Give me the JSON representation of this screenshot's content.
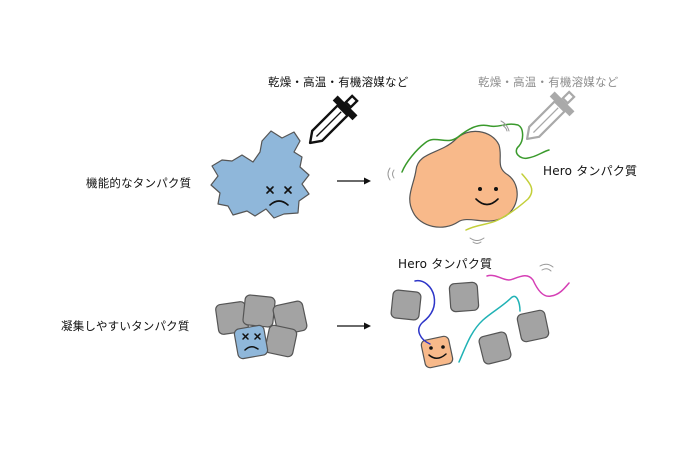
{
  "labels": {
    "stress_left": "乾燥・高温・有機溶媒など",
    "stress_right": "乾燥・高温・有機溶媒など",
    "functional_protein": "機能的なタンパク質",
    "aggregation_protein": "凝集しやすいタンパク質",
    "hero_top": "Hero タンパク質",
    "hero_bottom": "Hero タンパク質"
  },
  "colors": {
    "protein_blue": "#8fb7da",
    "hero_orange": "#f8b98a",
    "aggregate_gray": "#a3a3a3",
    "outline": "#555555",
    "hero_chain_green": "#3a9a2c",
    "hero_chain_lime": "#c3cf3a",
    "hero_chain_blue": "#2d35c8",
    "hero_chain_teal": "#20b2b5",
    "hero_chain_magenta": "#d53fb5"
  },
  "icons": [
    "sword-icon",
    "faded-sword-icon",
    "vibration-mark-icon",
    "dead-face-icon",
    "happy-face-icon",
    "arrow-icon"
  ]
}
